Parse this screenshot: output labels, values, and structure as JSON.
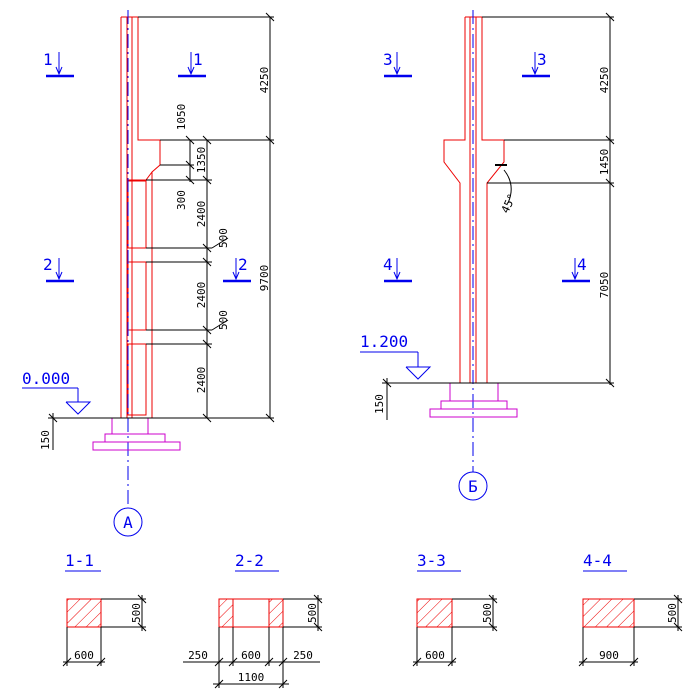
{
  "columns": {
    "A": {
      "axis_label": "A",
      "elevation_label": "0.000",
      "section_marks": [
        "1",
        "1",
        "2",
        "2"
      ],
      "dims_right": [
        "4250",
        "1050",
        "1350",
        "300",
        "2400",
        "500",
        "2400",
        "500",
        "2400",
        "9700"
      ],
      "dim_left": "150"
    },
    "B": {
      "axis_label": "Б",
      "elevation_label": "1.200",
      "section_marks": [
        "3",
        "3",
        "4",
        "4"
      ],
      "dims_right": [
        "4250",
        "1450",
        "45°",
        "7050"
      ],
      "dim_left": "150"
    }
  },
  "sections": [
    {
      "title": "1-1",
      "height": "500",
      "width": "600"
    },
    {
      "title": "2-2",
      "height": "500",
      "left": "250",
      "middle": "600",
      "right": "250",
      "total": "1100"
    },
    {
      "title": "3-3",
      "height": "500",
      "width": "600"
    },
    {
      "title": "4-4",
      "height": "500",
      "width": "900"
    }
  ],
  "colors": {
    "outline": "#ee0000",
    "axis": "#0000ee",
    "foundation": "#cc00cc",
    "dimension": "#000000"
  }
}
